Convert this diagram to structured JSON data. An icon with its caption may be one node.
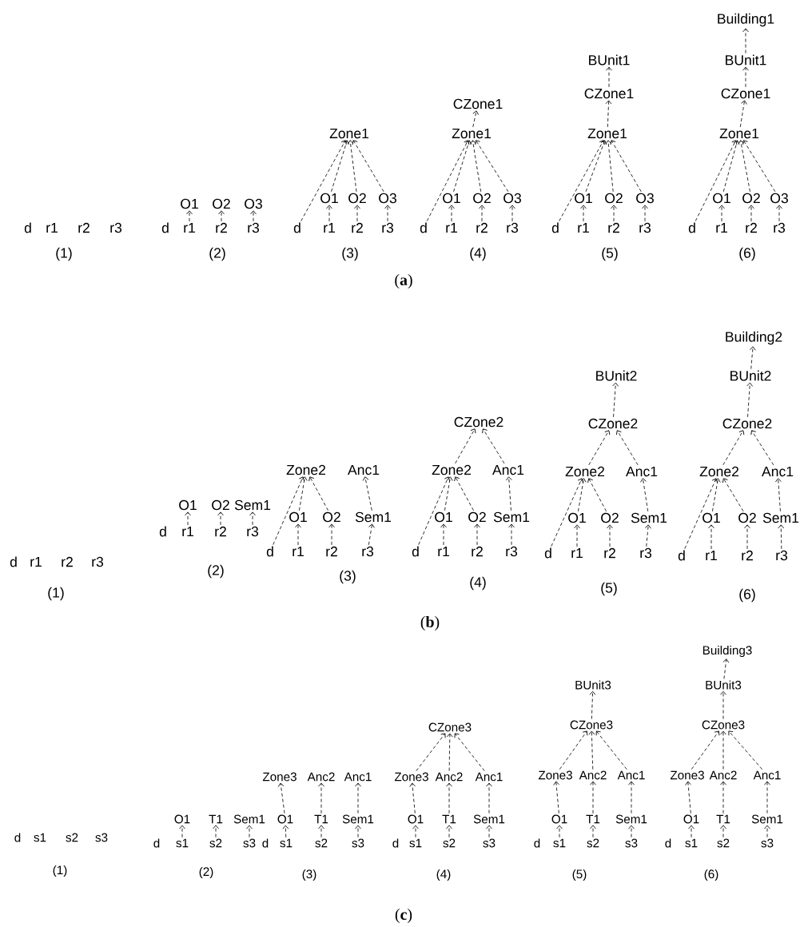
{
  "diagram": {
    "nodes": [
      {
        "text": [
          "d"
        ]
      },
      {
        "text": [
          "r1"
        ]
      },
      {
        "text": [
          "r2"
        ]
      },
      {
        "text": [
          "r3"
        ]
      },
      {
        "text": [
          "O1"
        ]
      },
      {
        "text": [
          "O2"
        ]
      },
      {
        "text": [
          "O3"
        ]
      },
      {
        "text": [
          "d"
        ]
      },
      {
        "text": [
          "r1"
        ]
      },
      {
        "text": [
          "r2"
        ]
      },
      {
        "text": [
          "r3"
        ]
      },
      {
        "text": [
          "Zone1"
        ]
      },
      {
        "text": [
          "O1"
        ]
      },
      {
        "text": [
          "O2"
        ]
      },
      {
        "text": [
          "O3"
        ]
      },
      {
        "text": [
          "d"
        ]
      },
      {
        "text": [
          "r1"
        ]
      },
      {
        "text": [
          "r2"
        ]
      },
      {
        "text": [
          "r3"
        ]
      },
      {
        "text": [
          "CZone1"
        ]
      },
      {
        "text": [
          "Zone1"
        ]
      },
      {
        "text": [
          "O1"
        ]
      },
      {
        "text": [
          "O2"
        ]
      },
      {
        "text": [
          "O3"
        ]
      },
      {
        "text": [
          "d"
        ]
      },
      {
        "text": [
          "r1"
        ]
      },
      {
        "text": [
          "r2"
        ]
      },
      {
        "text": [
          "r3"
        ]
      },
      {
        "text": [
          "BUnit1"
        ]
      },
      {
        "text": [
          "CZone1"
        ]
      },
      {
        "text": [
          "Zone1"
        ]
      },
      {
        "text": [
          "O1"
        ]
      },
      {
        "text": [
          "O2"
        ]
      },
      {
        "text": [
          "O3"
        ]
      },
      {
        "text": [
          "d"
        ]
      },
      {
        "text": [
          "r1"
        ]
      },
      {
        "text": [
          "r2"
        ]
      },
      {
        "text": [
          "r3"
        ]
      },
      {
        "text": [
          "Building1"
        ]
      },
      {
        "text": [
          "BUnit1"
        ]
      },
      {
        "text": [
          "CZone1"
        ]
      },
      {
        "text": [
          "Zone1"
        ]
      },
      {
        "text": [
          "O1"
        ]
      },
      {
        "text": [
          "O2"
        ]
      },
      {
        "text": [
          "O3"
        ]
      },
      {
        "text": [
          "d"
        ]
      },
      {
        "text": [
          "r1"
        ]
      },
      {
        "text": [
          "r2"
        ]
      },
      {
        "text": [
          "r3"
        ]
      },
      {
        "text": [
          "d"
        ]
      },
      {
        "text": [
          "r1"
        ]
      },
      {
        "text": [
          "r2"
        ]
      },
      {
        "text": [
          "r3"
        ]
      },
      {
        "text": [
          "O1"
        ]
      },
      {
        "text": [
          "O2"
        ]
      },
      {
        "text": [
          "Sem1"
        ]
      },
      {
        "text": [
          "d"
        ]
      },
      {
        "text": [
          "r1"
        ]
      },
      {
        "text": [
          "r2"
        ]
      },
      {
        "text": [
          "r3"
        ]
      },
      {
        "text": [
          "Zone2"
        ]
      },
      {
        "text": [
          "Anc1"
        ]
      },
      {
        "text": [
          "O1"
        ]
      },
      {
        "text": [
          "O2"
        ]
      },
      {
        "text": [
          "Sem1"
        ]
      },
      {
        "text": [
          "d"
        ]
      },
      {
        "text": [
          "r1"
        ]
      },
      {
        "text": [
          "r2"
        ]
      },
      {
        "text": [
          "r3"
        ]
      },
      {
        "text": [
          "CZone2"
        ]
      },
      {
        "text": [
          "Zone2"
        ]
      },
      {
        "text": [
          "Anc1"
        ]
      },
      {
        "text": [
          "O1"
        ]
      },
      {
        "text": [
          "O2"
        ]
      },
      {
        "text": [
          "Sem1"
        ]
      },
      {
        "text": [
          "d"
        ]
      },
      {
        "text": [
          "r1"
        ]
      },
      {
        "text": [
          "r2"
        ]
      },
      {
        "text": [
          "r3"
        ]
      },
      {
        "text": [
          "BUnit2"
        ]
      },
      {
        "text": [
          "CZone2"
        ]
      },
      {
        "text": [
          "Zone2"
        ]
      },
      {
        "text": [
          "Anc1"
        ]
      },
      {
        "text": [
          "O1"
        ]
      },
      {
        "text": [
          "O2"
        ]
      },
      {
        "text": [
          "Sem1"
        ]
      },
      {
        "text": [
          "d"
        ]
      },
      {
        "text": [
          "r1"
        ]
      },
      {
        "text": [
          "r2"
        ]
      },
      {
        "text": [
          "r3"
        ]
      },
      {
        "text": [
          "Building2"
        ]
      },
      {
        "text": [
          "BUnit2"
        ]
      },
      {
        "text": [
          "CZone2"
        ]
      },
      {
        "text": [
          "Zone2"
        ]
      },
      {
        "text": [
          "Anc1"
        ]
      },
      {
        "text": [
          "O1"
        ]
      },
      {
        "text": [
          "O2"
        ]
      },
      {
        "text": [
          "Sem1"
        ]
      },
      {
        "text": [
          "d"
        ]
      },
      {
        "text": [
          "r1"
        ]
      },
      {
        "text": [
          "r2"
        ]
      },
      {
        "text": [
          "r3"
        ]
      },
      {
        "text": [
          "d"
        ]
      },
      {
        "text": [
          "s1"
        ]
      },
      {
        "text": [
          "s2"
        ]
      },
      {
        "text": [
          "s3"
        ]
      },
      {
        "text": [
          "O1"
        ]
      },
      {
        "text": [
          "T1"
        ]
      },
      {
        "text": [
          "Sem1"
        ]
      },
      {
        "text": [
          "d"
        ]
      },
      {
        "text": [
          "s1"
        ]
      },
      {
        "text": [
          "s2"
        ]
      },
      {
        "text": [
          "s3"
        ]
      },
      {
        "text": [
          "Zone3"
        ]
      },
      {
        "text": [
          "Anc2"
        ]
      },
      {
        "text": [
          "Anc1"
        ]
      },
      {
        "text": [
          "O1"
        ]
      },
      {
        "text": [
          "T1"
        ]
      },
      {
        "text": [
          "Sem1"
        ]
      },
      {
        "text": [
          "d"
        ]
      },
      {
        "text": [
          "s1"
        ]
      },
      {
        "text": [
          "s2"
        ]
      },
      {
        "text": [
          "s3"
        ]
      },
      {
        "text": [
          "CZone3"
        ]
      },
      {
        "text": [
          "Zone3"
        ]
      },
      {
        "text": [
          "Anc2"
        ]
      },
      {
        "text": [
          "Anc1"
        ]
      },
      {
        "text": [
          "O1"
        ]
      },
      {
        "text": [
          "T1"
        ]
      },
      {
        "text": [
          "Sem1"
        ]
      },
      {
        "text": [
          "d"
        ]
      },
      {
        "text": [
          "s1"
        ]
      },
      {
        "text": [
          "s2"
        ]
      },
      {
        "text": [
          "s3"
        ]
      },
      {
        "text": [
          "BUnit3"
        ]
      },
      {
        "text": [
          "CZone3"
        ]
      },
      {
        "text": [
          "Zone3"
        ]
      },
      {
        "text": [
          "Anc2"
        ]
      },
      {
        "text": [
          "Anc1"
        ]
      },
      {
        "text": [
          "O1"
        ]
      },
      {
        "text": [
          "T1"
        ]
      },
      {
        "text": [
          "Sem1"
        ]
      },
      {
        "text": [
          "d"
        ]
      },
      {
        "text": [
          "s1"
        ]
      },
      {
        "text": [
          "s2"
        ]
      },
      {
        "text": [
          "s3"
        ]
      },
      {
        "text": [
          "Building3"
        ]
      },
      {
        "text": [
          "BUnit3"
        ]
      },
      {
        "text": [
          "CZone3"
        ]
      },
      {
        "text": [
          "Zone3"
        ]
      },
      {
        "text": [
          "Anc2"
        ]
      },
      {
        "text": [
          "Anc1"
        ]
      },
      {
        "text": [
          "O1"
        ]
      },
      {
        "text": [
          "T1"
        ]
      },
      {
        "text": [
          "Sem1"
        ]
      },
      {
        "text": [
          "d"
        ]
      },
      {
        "text": [
          "s1"
        ]
      },
      {
        "text": [
          "s2"
        ]
      },
      {
        "text": [
          "s3"
        ]
      }
    ],
    "edges": [
      {
        "from": 8,
        "to": 4,
        "arrow": "to"
      },
      {
        "from": 9,
        "to": 5,
        "arrow": "to"
      },
      {
        "from": 10,
        "to": 6,
        "arrow": "to"
      },
      {
        "from": 15,
        "to": 11,
        "arrow": "to"
      },
      {
        "from": 12,
        "to": 11,
        "arrow": "to"
      },
      {
        "from": 13,
        "to": 11,
        "arrow": "to"
      },
      {
        "from": 14,
        "to": 11,
        "arrow": "to"
      },
      {
        "from": 16,
        "to": 12,
        "arrow": "to"
      },
      {
        "from": 17,
        "to": 13,
        "arrow": "to"
      },
      {
        "from": 18,
        "to": 14,
        "arrow": "to"
      },
      {
        "from": 20,
        "to": 19,
        "arrow": "to"
      },
      {
        "from": 24,
        "to": 20,
        "arrow": "to"
      },
      {
        "from": 21,
        "to": 20,
        "arrow": "to"
      },
      {
        "from": 22,
        "to": 20,
        "arrow": "to"
      },
      {
        "from": 23,
        "to": 20,
        "arrow": "to"
      },
      {
        "from": 25,
        "to": 21,
        "arrow": "to"
      },
      {
        "from": 26,
        "to": 22,
        "arrow": "to"
      },
      {
        "from": 27,
        "to": 23,
        "arrow": "to"
      },
      {
        "from": 29,
        "to": 28,
        "arrow": "to"
      },
      {
        "from": 30,
        "to": 29,
        "arrow": "to"
      },
      {
        "from": 34,
        "to": 30,
        "arrow": "to"
      },
      {
        "from": 31,
        "to": 30,
        "arrow": "to"
      },
      {
        "from": 32,
        "to": 30,
        "arrow": "to"
      },
      {
        "from": 33,
        "to": 30,
        "arrow": "to"
      },
      {
        "from": 35,
        "to": 31,
        "arrow": "to"
      },
      {
        "from": 36,
        "to": 32,
        "arrow": "to"
      },
      {
        "from": 37,
        "to": 33,
        "arrow": "to"
      },
      {
        "from": 39,
        "to": 38,
        "arrow": "to"
      },
      {
        "from": 40,
        "to": 39,
        "arrow": "to"
      },
      {
        "from": 41,
        "to": 40,
        "arrow": "to"
      },
      {
        "from": 45,
        "to": 41,
        "arrow": "to"
      },
      {
        "from": 42,
        "to": 41,
        "arrow": "to"
      },
      {
        "from": 43,
        "to": 41,
        "arrow": "to"
      },
      {
        "from": 44,
        "to": 41,
        "arrow": "to"
      },
      {
        "from": 46,
        "to": 42,
        "arrow": "to"
      },
      {
        "from": 47,
        "to": 43,
        "arrow": "to"
      },
      {
        "from": 48,
        "to": 44,
        "arrow": "to"
      },
      {
        "from": 57,
        "to": 53,
        "arrow": "to"
      },
      {
        "from": 58,
        "to": 54,
        "arrow": "to"
      },
      {
        "from": 59,
        "to": 55,
        "arrow": "to"
      },
      {
        "from": 65,
        "to": 60,
        "arrow": "to"
      },
      {
        "from": 62,
        "to": 60,
        "arrow": "to"
      },
      {
        "from": 63,
        "to": 60,
        "arrow": "to"
      },
      {
        "from": 64,
        "to": 61,
        "arrow": "to"
      },
      {
        "from": 66,
        "to": 62,
        "arrow": "to"
      },
      {
        "from": 67,
        "to": 63,
        "arrow": "to"
      },
      {
        "from": 68,
        "to": 64,
        "arrow": "to"
      },
      {
        "from": 70,
        "to": 69,
        "arrow": "to"
      },
      {
        "from": 71,
        "to": 69,
        "arrow": "to"
      },
      {
        "from": 75,
        "to": 70,
        "arrow": "to"
      },
      {
        "from": 72,
        "to": 70,
        "arrow": "to"
      },
      {
        "from": 73,
        "to": 70,
        "arrow": "to"
      },
      {
        "from": 74,
        "to": 71,
        "arrow": "to"
      },
      {
        "from": 76,
        "to": 72,
        "arrow": "to"
      },
      {
        "from": 77,
        "to": 73,
        "arrow": "to"
      },
      {
        "from": 78,
        "to": 74,
        "arrow": "to"
      },
      {
        "from": 80,
        "to": 79,
        "arrow": "to"
      },
      {
        "from": 81,
        "to": 80,
        "arrow": "to"
      },
      {
        "from": 82,
        "to": 80,
        "arrow": "to"
      },
      {
        "from": 86,
        "to": 81,
        "arrow": "to"
      },
      {
        "from": 83,
        "to": 81,
        "arrow": "to"
      },
      {
        "from": 84,
        "to": 81,
        "arrow": "to"
      },
      {
        "from": 85,
        "to": 82,
        "arrow": "to"
      },
      {
        "from": 87,
        "to": 83,
        "arrow": "to"
      },
      {
        "from": 88,
        "to": 84,
        "arrow": "to"
      },
      {
        "from": 89,
        "to": 85,
        "arrow": "to"
      },
      {
        "from": 91,
        "to": 90,
        "arrow": "to"
      },
      {
        "from": 92,
        "to": 91,
        "arrow": "to"
      },
      {
        "from": 93,
        "to": 92,
        "arrow": "to"
      },
      {
        "from": 94,
        "to": 92,
        "arrow": "to"
      },
      {
        "from": 98,
        "to": 93,
        "arrow": "to"
      },
      {
        "from": 95,
        "to": 93,
        "arrow": "to"
      },
      {
        "from": 96,
        "to": 93,
        "arrow": "to"
      },
      {
        "from": 97,
        "to": 94,
        "arrow": "to"
      },
      {
        "from": 99,
        "to": 95,
        "arrow": "to"
      },
      {
        "from": 100,
        "to": 96,
        "arrow": "to"
      },
      {
        "from": 101,
        "to": 97,
        "arrow": "to"
      },
      {
        "from": 110,
        "to": 106,
        "arrow": "to"
      },
      {
        "from": 111,
        "to": 107,
        "arrow": "to"
      },
      {
        "from": 112,
        "to": 108,
        "arrow": "to"
      },
      {
        "from": 116,
        "to": 113,
        "arrow": "to"
      },
      {
        "from": 117,
        "to": 114,
        "arrow": "to"
      },
      {
        "from": 118,
        "to": 115,
        "arrow": "to"
      },
      {
        "from": 120,
        "to": 116,
        "arrow": "to"
      },
      {
        "from": 121,
        "to": 117,
        "arrow": "to"
      },
      {
        "from": 122,
        "to": 118,
        "arrow": "to"
      },
      {
        "from": 124,
        "to": 123,
        "arrow": "to"
      },
      {
        "from": 125,
        "to": 123,
        "arrow": "to"
      },
      {
        "from": 126,
        "to": 123,
        "arrow": "to"
      },
      {
        "from": 127,
        "to": 124,
        "arrow": "to"
      },
      {
        "from": 128,
        "to": 125,
        "arrow": "to"
      },
      {
        "from": 129,
        "to": 126,
        "arrow": "to"
      },
      {
        "from": 131,
        "to": 127,
        "arrow": "to"
      },
      {
        "from": 132,
        "to": 128,
        "arrow": "to"
      },
      {
        "from": 133,
        "to": 129,
        "arrow": "to"
      },
      {
        "from": 135,
        "to": 134,
        "arrow": "to"
      },
      {
        "from": 136,
        "to": 135,
        "arrow": "to"
      },
      {
        "from": 137,
        "to": 135,
        "arrow": "to"
      },
      {
        "from": 138,
        "to": 135,
        "arrow": "to"
      },
      {
        "from": 139,
        "to": 136,
        "arrow": "to"
      },
      {
        "from": 140,
        "to": 137,
        "arrow": "to"
      },
      {
        "from": 141,
        "to": 138,
        "arrow": "to"
      },
      {
        "from": 143,
        "to": 139,
        "arrow": "to"
      },
      {
        "from": 144,
        "to": 140,
        "arrow": "to"
      },
      {
        "from": 145,
        "to": 141,
        "arrow": "to"
      },
      {
        "from": 147,
        "to": 146,
        "arrow": "to"
      },
      {
        "from": 148,
        "to": 147,
        "arrow": "to"
      },
      {
        "from": 149,
        "to": 148,
        "arrow": "to"
      },
      {
        "from": 150,
        "to": 148,
        "arrow": "to"
      },
      {
        "from": 151,
        "to": 148,
        "arrow": "to"
      },
      {
        "from": 152,
        "to": 149,
        "arrow": "to"
      },
      {
        "from": 153,
        "to": 150,
        "arrow": "to"
      },
      {
        "from": 154,
        "to": 151,
        "arrow": "to"
      },
      {
        "from": 156,
        "to": 152,
        "arrow": "to"
      },
      {
        "from": 157,
        "to": 153,
        "arrow": "to"
      },
      {
        "from": 158,
        "to": 154,
        "arrow": "to"
      }
    ],
    "labels": [
      "(1)",
      "(2)",
      "(3)",
      "(4)",
      "(5)",
      "(6)",
      "(**a**)",
      "(1)",
      "(2)",
      "(3)",
      "(4)",
      "(5)",
      "(6)",
      "(**b**)",
      "(1)",
      "(2)",
      "(3)",
      "(4)",
      "(5)",
      "(6)",
      "(**c**)"
    ]
  }
}
